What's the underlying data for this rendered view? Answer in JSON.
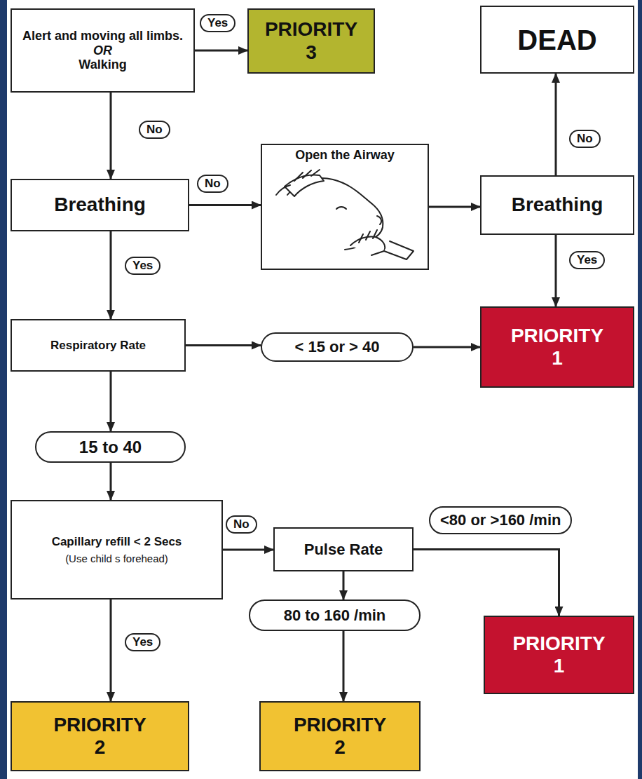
{
  "diagram": {
    "nodes": [
      {
        "text": [
          "Alert and moving all limbs.",
          "OR",
          "Walking"
        ]
      },
      {
        "text": [
          "PRIORITY 3"
        ]
      },
      {
        "text": [
          "DEAD"
        ]
      },
      {
        "text": [
          "Breathing"
        ]
      },
      {
        "text": [
          "Open the Airway"
        ]
      },
      {
        "text": [
          "Breathing"
        ]
      },
      {
        "text": [
          "Respiratory Rate"
        ]
      },
      {
        "text": [
          "PRIORITY 1"
        ]
      },
      {
        "text": [
          "< 15 or > 40"
        ]
      },
      {
        "text": [
          "15 to 40"
        ]
      },
      {
        "text": [
          "Capillary refill < 2 Secs",
          "(Use child s forehead)"
        ]
      },
      {
        "text": [
          "Pulse Rate"
        ]
      },
      {
        "text": [
          "80 to 160 /min"
        ]
      },
      {
        "text": [
          "PRIORITY 1"
        ]
      },
      {
        "text": [
          "PRIORITY 2"
        ]
      },
      {
        "text": [
          "PRIORITY 2"
        ]
      }
    ],
    "edges": [
      {
        "from": 0,
        "to": 1,
        "arrow": "to",
        "label": "Yes"
      },
      {
        "from": 0,
        "to": 3,
        "arrow": "to",
        "label": "No"
      },
      {
        "from": 3,
        "to": 4,
        "arrow": "to",
        "label": "No"
      },
      {
        "from": 4,
        "to": 5,
        "arrow": "to"
      },
      {
        "from": 5,
        "to": 2,
        "arrow": "to",
        "label": "No"
      },
      {
        "from": 5,
        "to": 7,
        "arrow": "to",
        "label": "Yes"
      },
      {
        "from": 3,
        "to": 6,
        "arrow": "to",
        "label": "Yes"
      },
      {
        "from": 6,
        "to": 8,
        "arrow": "to"
      },
      {
        "from": 8,
        "to": 7,
        "arrow": "to"
      },
      {
        "from": 6,
        "to": 9,
        "arrow": "to"
      },
      {
        "from": 9,
        "to": 10,
        "arrow": "to"
      },
      {
        "from": 10,
        "to": 11,
        "arrow": "to",
        "label": "No"
      },
      {
        "from": 10,
        "to": 14,
        "arrow": "to",
        "label": "Yes"
      },
      {
        "from": 11,
        "to": 13,
        "arrow": "to",
        "label": "<80 or >160 /min"
      },
      {
        "from": 11,
        "to": 12,
        "arrow": "to"
      },
      {
        "from": 12,
        "to": 15,
        "arrow": "to"
      }
    ]
  }
}
